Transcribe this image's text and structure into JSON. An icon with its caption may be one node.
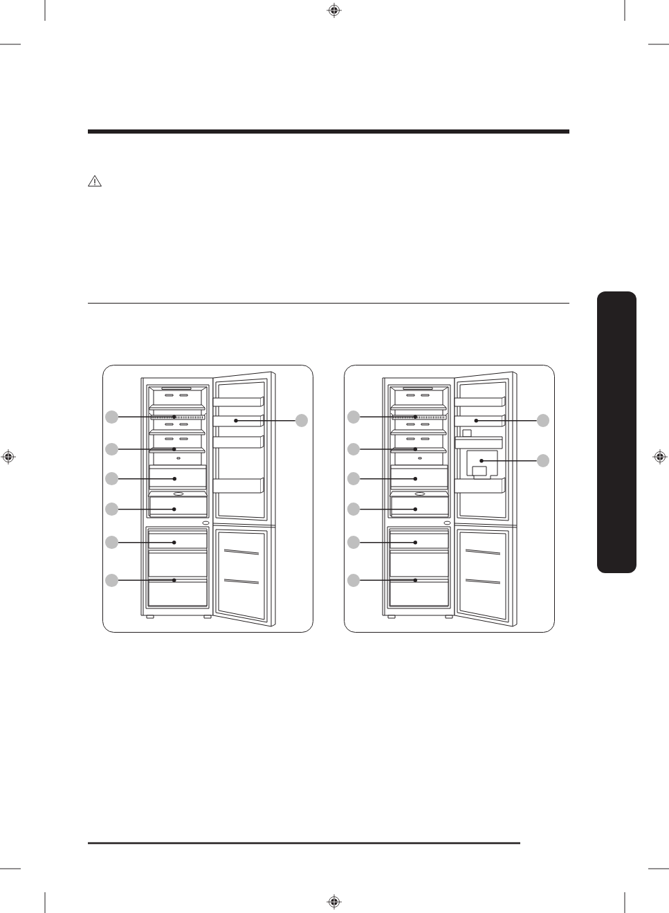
{
  "diagram": {
    "nodes": [
      {
        "text": [],
        "shape": "circle"
      },
      {
        "text": [],
        "shape": "circle"
      },
      {
        "text": [],
        "shape": "circle"
      },
      {
        "text": [],
        "shape": "circle"
      },
      {
        "text": [],
        "shape": "circle"
      },
      {
        "text": [],
        "shape": "circle"
      },
      {
        "text": [],
        "shape": "circle"
      },
      {
        "text": [],
        "shape": "circle"
      },
      {
        "text": [],
        "shape": "circle"
      },
      {
        "text": [],
        "shape": "circle"
      },
      {
        "text": [],
        "shape": "circle"
      },
      {
        "text": [],
        "shape": "circle"
      },
      {
        "text": [],
        "shape": "circle"
      },
      {
        "text": [],
        "shape": "circle"
      },
      {
        "text": [],
        "shape": "circle"
      },
      {
        "text": [],
        "shape": "box"
      }
    ],
    "edges": [
      {
        "from": 0,
        "to": null,
        "arrow": "other"
      },
      {
        "from": 1,
        "to": null,
        "arrow": "other"
      },
      {
        "from": 2,
        "to": null,
        "arrow": "other"
      },
      {
        "from": 3,
        "to": null,
        "arrow": "other"
      },
      {
        "from": 4,
        "to": null,
        "arrow": "other"
      },
      {
        "from": 5,
        "to": null,
        "arrow": "other"
      },
      {
        "from": 6,
        "to": null,
        "arrow": "other"
      },
      {
        "from": 7,
        "to": null,
        "arrow": "other"
      },
      {
        "from": 8,
        "to": null,
        "arrow": "other"
      },
      {
        "from": 9,
        "to": null,
        "arrow": "other"
      },
      {
        "from": 10,
        "to": null,
        "arrow": "other"
      },
      {
        "from": 11,
        "to": null,
        "arrow": "other"
      },
      {
        "from": 12,
        "to": null,
        "arrow": "other"
      },
      {
        "from": 13,
        "to": null,
        "arrow": "other"
      },
      {
        "from": 14,
        "to": null,
        "arrow": "other"
      }
    ]
  }
}
